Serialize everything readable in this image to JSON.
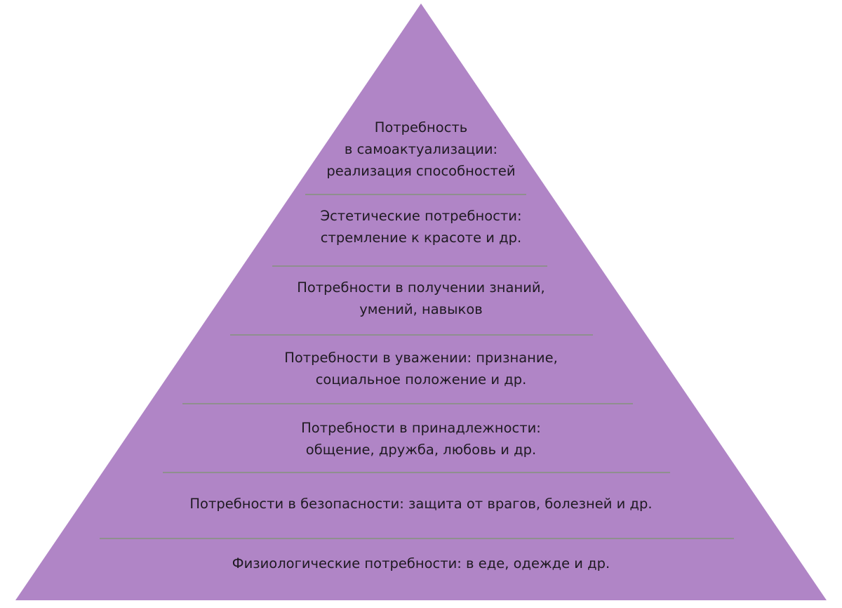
{
  "colors": {
    "pyramid": "#b085c6",
    "divider": "#8f8f8f",
    "text": "#1f1a22"
  },
  "levels": [
    {
      "lines": [
        "Потребность",
        "в самоактуализации:",
        "реализация способностей"
      ]
    },
    {
      "lines": [
        "Эстетические потребности:",
        "стремление к красоте и др."
      ]
    },
    {
      "lines": [
        "Потребности в получении знаний,",
        "умений, навыков"
      ]
    },
    {
      "lines": [
        "Потребности в уважении: признание,",
        "социальное положение и др."
      ]
    },
    {
      "lines": [
        "Потребности в принадлежности:",
        "общение, дружба, любовь и др."
      ]
    },
    {
      "lines": [
        "Потребности в безопасности: защита от врагов, болезней и др."
      ]
    },
    {
      "lines": [
        "Физиологические потребности: в еде, одежде и др."
      ]
    }
  ]
}
